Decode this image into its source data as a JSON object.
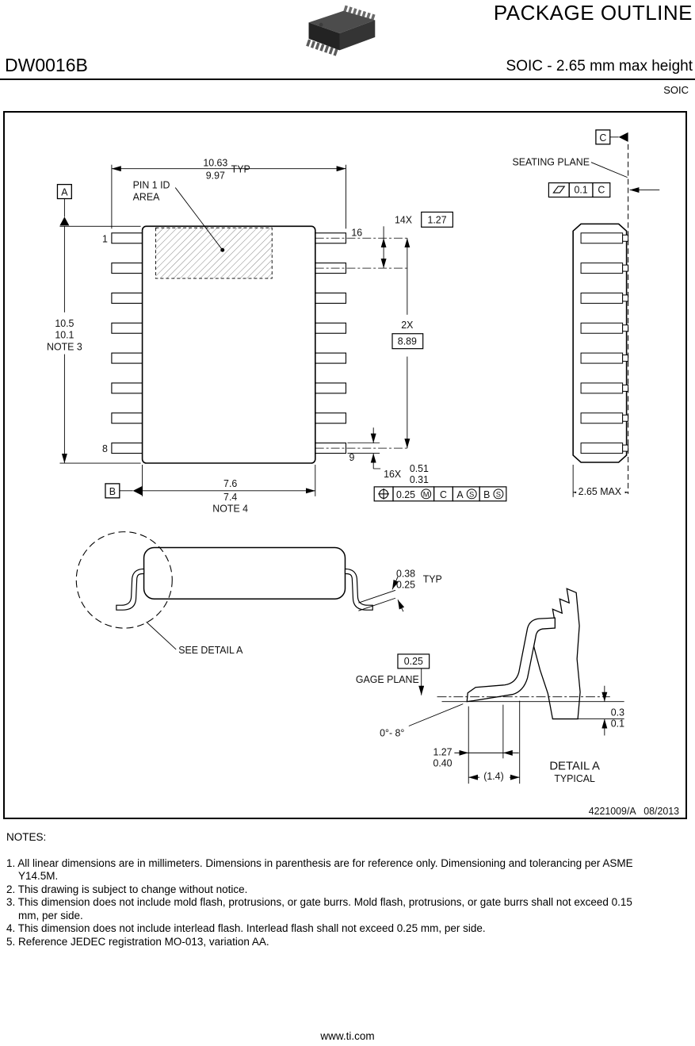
{
  "header": {
    "doc_title": "PACKAGE OUTLINE",
    "part_number": "DW0016B",
    "package_desc": "SOIC - 2.65 mm max height",
    "package_family": "SOIC"
  },
  "top_view": {
    "dim_overall_max": "10.63",
    "dim_overall_min": "9.97",
    "dim_overall_qual": "TYP",
    "pin1_id_line1": "PIN 1 ID",
    "pin1_id_line2": "AREA",
    "datum_a": "A",
    "datum_b": "B",
    "pin_1": "1",
    "pin_8": "8",
    "pin_9": "9",
    "pin_16": "16",
    "dim_length_max": "10.5",
    "dim_length_min": "10.1",
    "dim_length_note": "NOTE 3",
    "dim_width_max": "7.6",
    "dim_width_min": "7.4",
    "dim_width_note": "NOTE 4",
    "pitch_count": "14X",
    "pitch_value": "1.27",
    "span_count": "2X",
    "span_value": "8.89",
    "lead_count": "16X",
    "lead_width_max": "0.51",
    "lead_width_min": "0.31",
    "fcf": {
      "tolerance": "0.25",
      "modifier": "M",
      "datum_1": "C",
      "datum_2": "A",
      "datum_2_mod": "S",
      "datum_3": "B",
      "datum_3_mod": "S"
    }
  },
  "end_view": {
    "datum_c": "C",
    "seating_plane": "SEATING PLANE",
    "flatness_value": "0.1",
    "flatness_datum": "C",
    "dim_height": "2.65 MAX"
  },
  "profile_view": {
    "see_detail": "SEE DETAIL A",
    "thk_max": "0.38",
    "thk_min": "0.25",
    "thk_qual": "TYP"
  },
  "detail_a": {
    "gage_offset": "0.25",
    "gage_plane": "GAGE PLANE",
    "angle": "0°- 8°",
    "foot_max": "1.27",
    "foot_min": "0.40",
    "length_ref": "(1.4)",
    "title": "DETAIL A",
    "subtitle": "TYPICAL",
    "standoff_max": "0.3",
    "standoff_min": "0.1"
  },
  "title_block": {
    "doc_number": "4221009/A   08/2013"
  },
  "notes": {
    "heading": "NOTES:",
    "items": [
      "1. All linear dimensions are in millimeters. Dimensions in parenthesis are for reference only. Dimensioning and tolerancing per ASME Y14.5M.",
      "2. This drawing is subject to change without notice.",
      "3. This dimension does not include mold flash, protrusions, or gate burrs. Mold flash, protrusions, or gate burrs shall not exceed 0.15 mm, per side.",
      "4. This dimension does not include interlead flash. Interlead flash shall not exceed 0.25 mm, per side.",
      "5. Reference JEDEC registration MO-013, variation AA."
    ]
  },
  "footer": {
    "website": "www.ti.com"
  }
}
